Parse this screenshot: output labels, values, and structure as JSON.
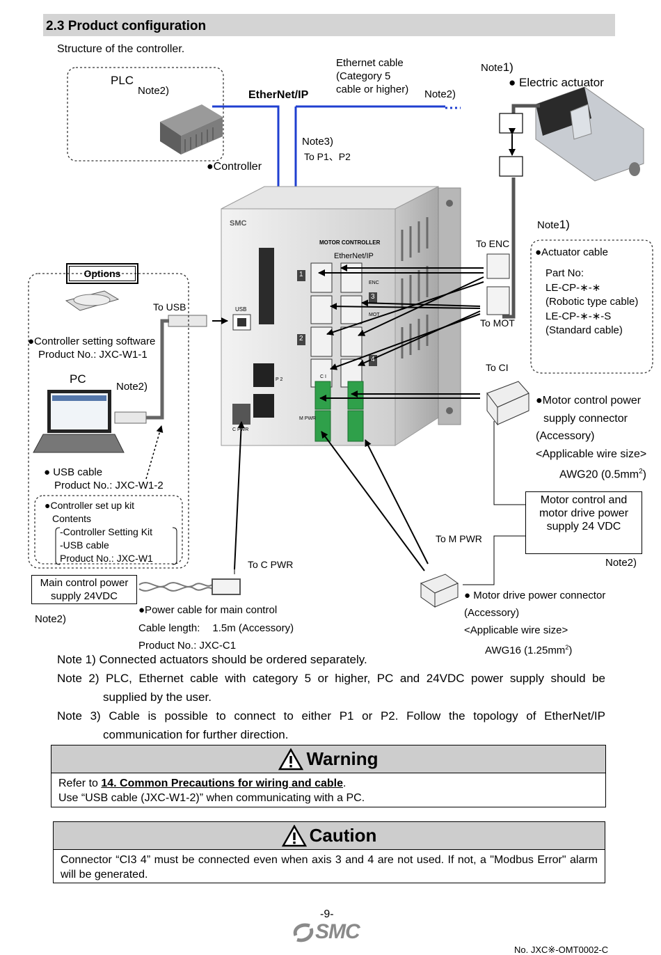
{
  "section": {
    "title": "2.3 Product configuration",
    "subtitle": "Structure of the controller."
  },
  "diagram": {
    "plc": "PLC",
    "plc_note": "Note2)",
    "ethernet_label": "EtherNet/IP",
    "ethernet_cable": [
      "Ethernet cable",
      "(Category 5",
      "cable or higher)"
    ],
    "ethernet_note": "Note2)",
    "note1_top_prefix": "Note",
    "note1_top_num": "1)",
    "electric_actuator": "● Electric actuator",
    "note3": "Note3)",
    "to_p1p2": "To P1、P2",
    "controller": "●Controller",
    "options": "Options",
    "to_usb": "To USB",
    "software": [
      "●Controller setting software",
      "Product No.: JXC-W1-1"
    ],
    "pc": "PC",
    "pc_note": "Note2)",
    "usb_cable": [
      "● USB cable",
      "Product No.: JXC-W1-2"
    ],
    "setup_kit": [
      "●Controller set up kit",
      "Contents",
      "-Controller Setting Kit",
      "-USB cable",
      "Product No.: JXC-W1"
    ],
    "to_enc": "To ENC",
    "to_mot": "To MOT",
    "to_ci": "To CI",
    "note1_right_prefix": "Note",
    "note1_right_num": "1)",
    "actuator_cable": [
      "●Actuator cable",
      "Part No:",
      "LE-CP-∗-∗",
      "(Robotic type cable)",
      "LE-CP-∗-∗-S",
      "(Standard cable)"
    ],
    "motor_control_connector": [
      "●Motor control power",
      "supply connector",
      "(Accessory)",
      "<Applicable wire size>",
      "AWG20 (0.5mm",
      "2",
      ")"
    ],
    "power_supply_24": [
      "Motor control and",
      "motor drive power",
      "supply 24 VDC"
    ],
    "power_supply_note": "Note2)",
    "to_mpwr": "To M PWR",
    "to_cpwr": "To C PWR",
    "main_power": [
      "Main control power",
      "supply 24VDC"
    ],
    "main_power_note": "Note2)",
    "power_cable": [
      "●Power cable for main control",
      "Cable length:",
      "1.5m (Accessory)",
      "Product No.: JXC-C1"
    ],
    "drive_connector": [
      "● Motor drive power connector",
      "(Accessory)",
      "<Applicable wire size>",
      "AWG16 (1.25mm",
      "2",
      ")"
    ],
    "panel_text": {
      "smc": "SMC",
      "motor_controller": "MOTOR CONTROLLER",
      "ethernetip": "EtherNet/IP",
      "usb": "USB",
      "c_pwr": "C PWR",
      "p2": "P 2",
      "enc": "ENC",
      "mot": "MOT",
      "ci": "C I",
      "mpwr": "M PWR",
      "ax1": "1",
      "ax2": "2",
      "ax3": "3",
      "ax4": "4"
    }
  },
  "notes": [
    {
      "head": "Note 1)",
      "text": "Connected actuators should be ordered separately."
    },
    {
      "head": "Note 2)",
      "text": "PLC, Ethernet cable with category 5 or higher, PC and 24VDC power supply should be",
      "cont": "supplied by the user."
    },
    {
      "head": "Note 3)",
      "text": "Cable is possible to connect to either P1 or P2. Follow the topology of EtherNet/IP",
      "cont": "communication for further direction."
    }
  ],
  "warning": {
    "title": "Warning",
    "line1_pre": "Refer to ",
    "line1_link": "14. Common Precautions for wiring and cable",
    "line1_post": ".",
    "line2": "Use “USB cable (JXC-W1-2)” when communicating with a PC."
  },
  "caution": {
    "title": "Caution",
    "text": "Connector “CI3 4” must be connected even when axis 3 and 4 are not used. If not, a \"Modbus Error\" alarm will be generated."
  },
  "footer": {
    "page": "-9-",
    "logo": "SMC",
    "doc_no": "No. JXC※-OMT0002-C"
  },
  "colors": {
    "ethernet_line": "#1f3fd0",
    "section_bar": "#d4d4d4",
    "alert_head": "#cdcdcd"
  }
}
